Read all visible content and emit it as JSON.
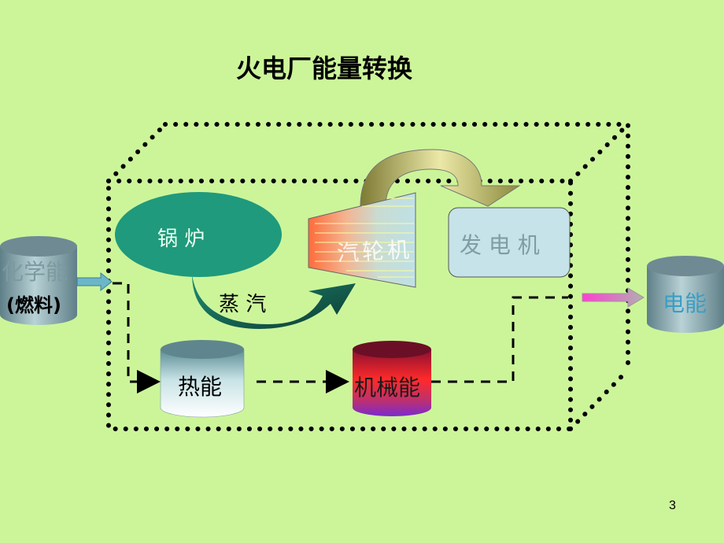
{
  "slide": {
    "title": "火电厂能量转换",
    "page_number": "3"
  },
  "diagram": {
    "boiler": "锅  炉",
    "steam": "蒸 汽",
    "turbine": "汽轮机",
    "generator": "发 电 机",
    "chemical_energy": "化学能",
    "fuel": "(燃料)",
    "heat_energy": "热能",
    "mechanical_energy": "机械能",
    "electric_energy": "电能"
  },
  "colors": {
    "background": "#ccf59a",
    "boiler_fill": "#1f9a7c",
    "generator_fill": "#c5e3e8",
    "cylinder_top": "#6f8a93",
    "dotted_border": "#000000"
  }
}
